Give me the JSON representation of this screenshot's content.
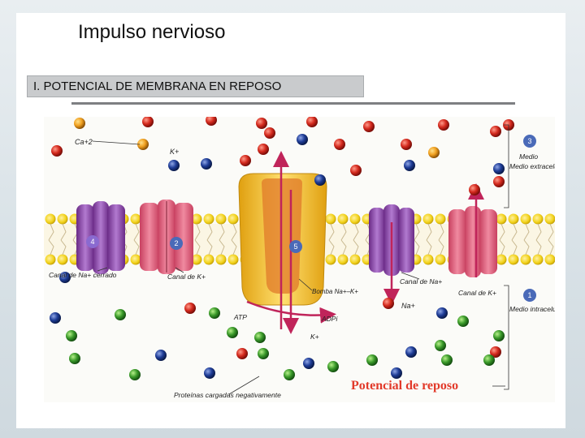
{
  "slide": {
    "title": "Impulso nervioso",
    "section": "I. POTENCIAL DE MEMBRANA EN REPOSO"
  },
  "diagram": {
    "labels": {
      "ca": "Ca+2",
      "k_ion": "K+",
      "na_channel_closed": "Canal de Na+ cerrado",
      "k_channel_left": "Canal de K+",
      "pump": "Bomba Na+–K+",
      "na_channel_right": "Canal de Na+",
      "k_channel_right": "Canal de K+",
      "na_ion": "Na+",
      "atp": "ATP",
      "adp": "ADPi",
      "k_ion_pump": "K+",
      "proteins": "Proteínas cargadas negativamente",
      "extracellular": "Medio extracelular",
      "intracellular": "Medio intracelular",
      "resting_potential": "Potencial de reposo"
    },
    "badges": [
      "3",
      "4",
      "2",
      "5",
      "1"
    ],
    "colors": {
      "ca": "#f0a020",
      "na": "#d42a1e",
      "k": "#1e3c96",
      "protein": "#3a9a2a",
      "membrane_head": "#f2d21a",
      "channel_k": "#e86a86",
      "channel_na": "#8a4aa6",
      "pump": "#f2c020",
      "title_red": "#e23a2a"
    }
  }
}
